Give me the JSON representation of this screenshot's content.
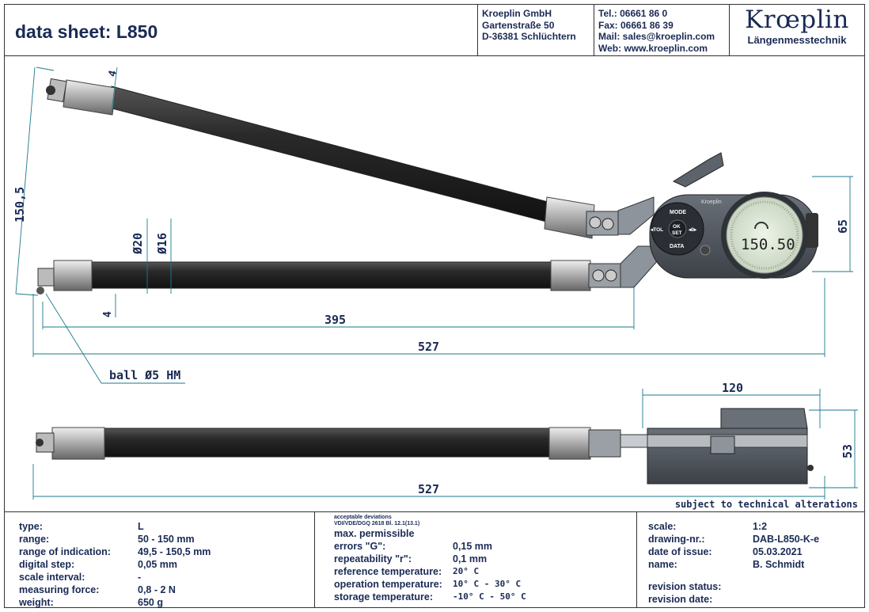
{
  "header": {
    "title": "data sheet:  L850",
    "address": [
      "Kroeplin GmbH",
      "Gartenstraße 50",
      "D-36381 Schlüchtern"
    ],
    "contact": [
      "Tel.:  06661 86 0",
      "Fax:  06661 86 39",
      "Mail: sales@kroeplin.com",
      "Web: www.kroeplin.com"
    ],
    "logo": "Krœplin",
    "logo_sub": "Längenmesstechnik"
  },
  "drawing": {
    "dims": {
      "d4_top": "4",
      "d150": "150,5",
      "d20": "Ø20",
      "d16": "Ø16",
      "d4_bot": "4",
      "d395": "395",
      "d527_top": "527",
      "ball": "ball Ø5 HM",
      "d65": "65",
      "d120": "120",
      "d53": "53",
      "d527_bot": "527"
    },
    "gauge": {
      "brand": "Kroeplin",
      "mode": "MODE",
      "tol": "◂TOL",
      "ok": "OK",
      "set": "SET",
      "zero": "◂0▸",
      "data": "DATA",
      "display_value": "150.50"
    },
    "note": "subject to technical alterations"
  },
  "specs": {
    "left": [
      {
        "label": "type:",
        "value": "L"
      },
      {
        "label": "range:",
        "value": "50 - 150 mm"
      },
      {
        "label": "range of indication:",
        "value": "49,5 - 150,5 mm"
      },
      {
        "label": "digital step:",
        "value": "0,05 mm"
      },
      {
        "label": "scale interval:",
        "value": "-"
      },
      {
        "label": "measuring force:",
        "value": "0,8 - 2 N"
      },
      {
        "label": "weight:",
        "value": "650 g"
      }
    ],
    "middle_header1": "acceptable deviations",
    "middle_header2": "VDI/VDE/DGQ 2618 Bl. 12.1(13.1)",
    "middle_title": "max. permissible",
    "middle": [
      {
        "label": "errors \"G\":",
        "value": "0,15 mm"
      },
      {
        "label": "repeatability \"r\":",
        "value": "0,1 mm"
      },
      {
        "label": "reference temperature:",
        "value": "20° C"
      },
      {
        "label": "operation temperature:",
        "value": "10° C - 30° C"
      },
      {
        "label": "storage temperature:",
        "value": "-10° C - 50° C"
      }
    ],
    "right": [
      {
        "label": "scale:",
        "value": "1:2"
      },
      {
        "label": "drawing-nr.:",
        "value": "DAB-L850-K-e"
      },
      {
        "label": "date of issue:",
        "value": "05.03.2021"
      },
      {
        "label": "name:",
        "value": "B. Schmidt"
      }
    ],
    "revision_status": "revision status:",
    "revision_date": "revision date:"
  }
}
